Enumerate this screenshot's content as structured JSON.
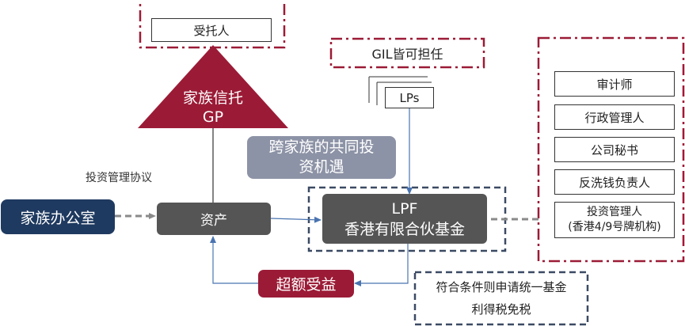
{
  "trustee": "受托人",
  "gp": {
    "line1": "家族信托",
    "line2": "GP"
  },
  "gil": "GIL皆可担任",
  "lps": "LPs",
  "opportunity": {
    "line1": "跨家族的共同投",
    "line2": "资机遇"
  },
  "agreement_label": "投资管理协议",
  "family_office": "家族办公室",
  "assets": "资产",
  "lpf": {
    "line1": "LPF",
    "line2": "香港有限合伙基金"
  },
  "excess_return": "超额受益",
  "tax": {
    "line1": "符合条件则申请统一基金",
    "line2": "利得税免税"
  },
  "service_providers": [
    "审计师",
    "行政管理人",
    "公司秘书",
    "反洗钱负责人"
  ],
  "investment_manager": {
    "line1": "投资管理人",
    "line2": "(香港4/9号牌机构)"
  },
  "colors": {
    "crimson": "#9b1b36",
    "navy": "#1f3a60",
    "dark_grey": "#555555",
    "slate": "#8d93a6",
    "dashed_frame": "#3b4a63",
    "arrow": "#4a74b0"
  }
}
